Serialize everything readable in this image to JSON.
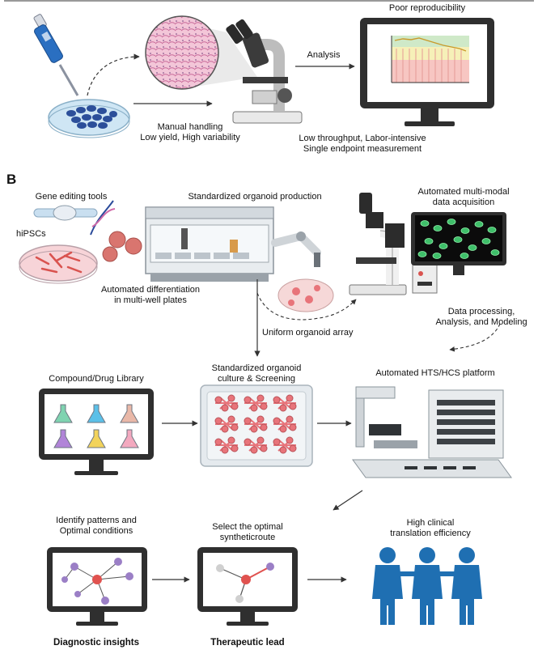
{
  "panel_b_letter": "B",
  "panel_a": {
    "monitor_title": "Poor reproducibility",
    "analysis_label": "Analysis",
    "manual_handling": "Manual handling",
    "low_yield": "Low yield, High variability",
    "low_throughput": "Low throughput, Labor-intensive",
    "single_endpoint": "Single endpoint measurement"
  },
  "panel_b": {
    "gene_editing": "Gene editing tools",
    "hipscs": "hiPSCs",
    "standardized_production": "Standardized organoid production",
    "automated_multimodal_1": "Automated multi-modal",
    "automated_multimodal_2": "data acquisition",
    "automated_diff_1": "Automated differentiation",
    "automated_diff_2": "in multi-well plates",
    "data_processing_1": "Data processing,",
    "data_processing_2": "Analysis, and Modeling",
    "uniform_array": "Uniform organoid array",
    "compound_library": "Compound/Drug Library",
    "standardized_culture_1": "Standardized organoid",
    "standardized_culture_2": "culture & Screening",
    "hts_platform": "Automated HTS/HCS platform",
    "identify_patterns_1": "Identify patterns and",
    "identify_patterns_2": "Optimal conditions",
    "select_route_1": "Select the optimal",
    "select_route_2": "syntheticroute",
    "clinical_1": "High clinical",
    "clinical_2": "translation efficiency",
    "diagnostic_insights": "Diagnostic insights",
    "therapeutic_lead": "Therapeutic lead"
  },
  "colors": {
    "arrow": "#333333",
    "monitor_frame": "#2f2f2f",
    "people": "#1f6fb2",
    "organoid": "#e8747a",
    "flask_colors": [
      "#7fd3b0",
      "#5bc0e8",
      "#e9b8a8",
      "#b184d8",
      "#f2d35b",
      "#f3a9bf"
    ],
    "node_purple": "#9b7fc6",
    "node_red": "#e0524f"
  }
}
